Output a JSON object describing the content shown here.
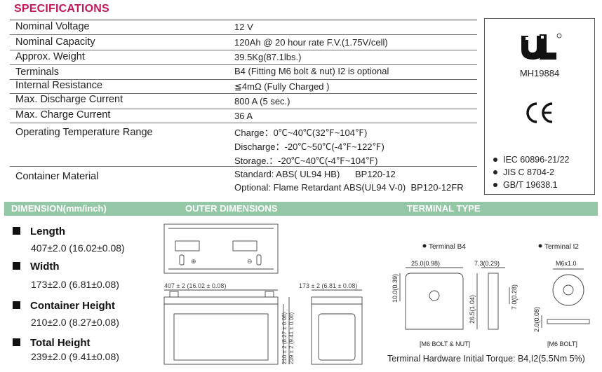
{
  "title": "SPECIFICATIONS",
  "specs": [
    {
      "label": "Nominal Voltage",
      "value": "12 V"
    },
    {
      "label": "Nominal Capacity",
      "value": "120Ah @ 20 hour rate F.V.(1.75V/cell)"
    },
    {
      "label": "Approx. Weight",
      "value": "39.5Kg(87.1lbs.)"
    },
    {
      "label": "Terminals",
      "value": "B4 (Fitting M6 bolt & nut) I2 is optional"
    },
    {
      "label": "Internal Resistance",
      "value": "≦4mΩ  (Fully Charged )"
    },
    {
      "label": "Max. Discharge Current",
      "value": "800 A (5 sec.)"
    },
    {
      "label": "Max. Charge Current",
      "value": "36 A"
    },
    {
      "label": "Operating Temperature Range",
      "value_lines": [
        "Charge：0℃~40℃(32℉~104℉)",
        "Discharge：-20℃~50℃(-4℉~122℉)",
        "Storage.：-20℃~40℃(-4℉~104℉)"
      ]
    },
    {
      "label": "Container Material",
      "value_lines": [
        "Standard: ABS( UL94 HB)      BP120-12",
        "Optional: Flame Retardant ABS(UL94 V-0)  BP120-12FR"
      ]
    }
  ],
  "certifications": {
    "ul_number": "MH19884",
    "standards": [
      "IEC 60896-21/22",
      "JIS C 8704-2",
      "GB/T 19638.1"
    ]
  },
  "band": {
    "dimension": "DIMENSION(mm/inch)",
    "outer": "OUTER DIMENSIONS",
    "terminal": "TERMINAL TYPE"
  },
  "dimensions": [
    {
      "label": "Length",
      "value": "407±2.0  (16.02±0.08)"
    },
    {
      "label": "Width",
      "value": "173±2.0  (6.81±0.08)"
    },
    {
      "label": "Container Height",
      "value": "210±2.0  (8.27±0.08)"
    },
    {
      "label": "Total  Height",
      "value": "239±2.0  (9.41±0.08)"
    }
  ],
  "drawing": {
    "length_label": "407 ± 2 (16.02 ± 0.08)",
    "width_label": "173 ± 2 (6.81 ± 0.08)",
    "height_210": "210 ± 2 (8.27 ± 0.08)",
    "height_239": "239 ± 2 (9.41 ± 0.08)",
    "terminal_b4": "Terminal B4",
    "terminal_i2": "Terminal I2",
    "b4_width": "25.0(0.98)",
    "b4_side": "7.3(0.29)",
    "b4_height": "10.0(0.39)",
    "b4_total": "26.5(1.04)",
    "b4_small": "7.0(0.28)",
    "i2_thread": "M6x1.0",
    "i2_thick": "2.0(0.08)",
    "b4_caption": "[M6 BOLT & NUT]",
    "i2_caption": "[M6 BOLT]"
  },
  "torque": "Terminal Hardware Initial Torque: B4,I2(5.5Nm 5%)"
}
